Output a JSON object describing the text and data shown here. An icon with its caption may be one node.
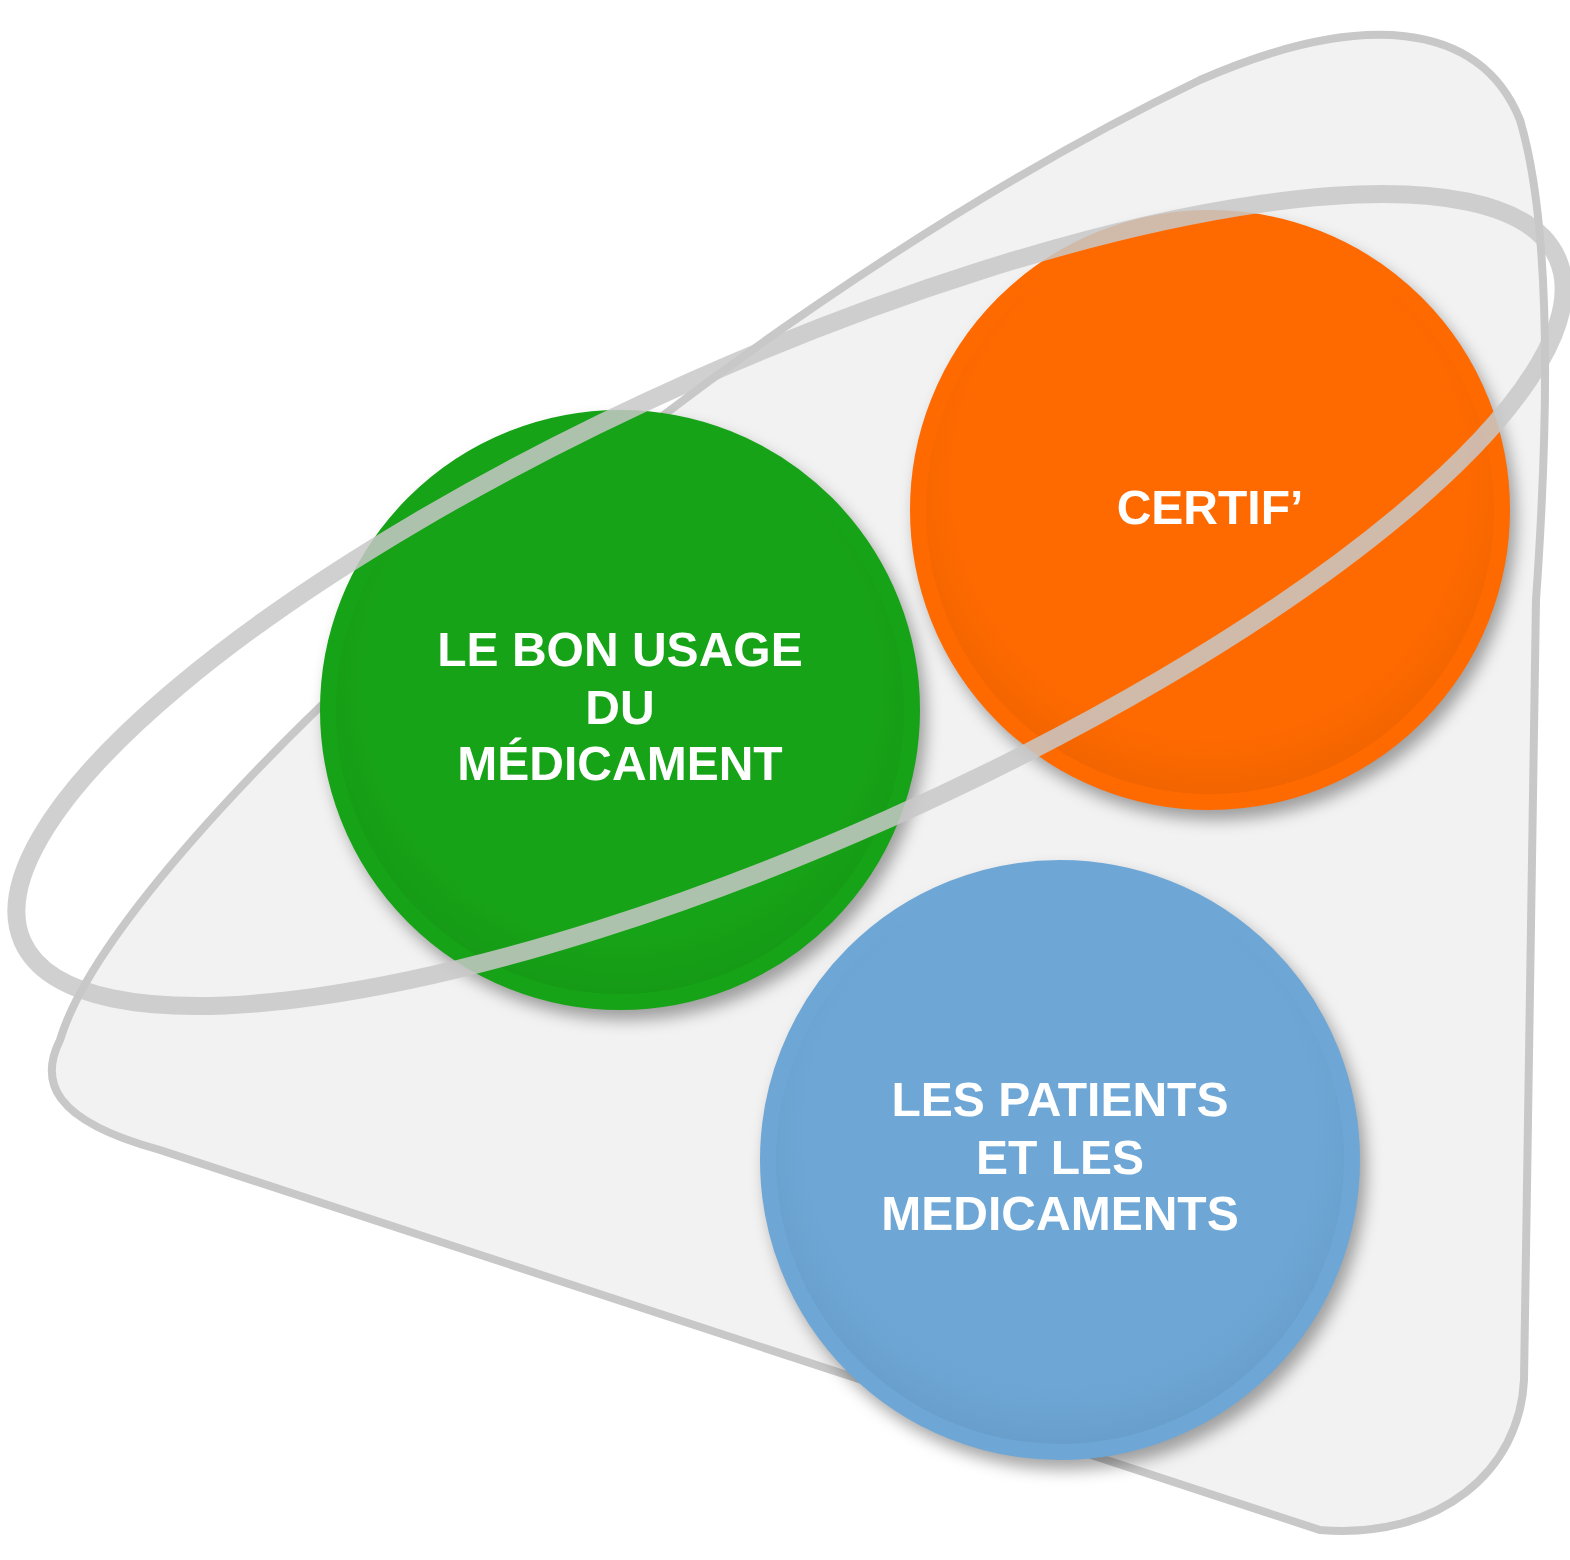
{
  "diagram": {
    "nodes": [
      {
        "text": [
          "LE BON USAGE DU MÉDICAMENT"
        ]
      },
      {
        "text": [
          "CERTIF’"
        ]
      },
      {
        "text": [
          "LES PATIENTS ET LES MEDICAMENTS"
        ]
      }
    ]
  }
}
